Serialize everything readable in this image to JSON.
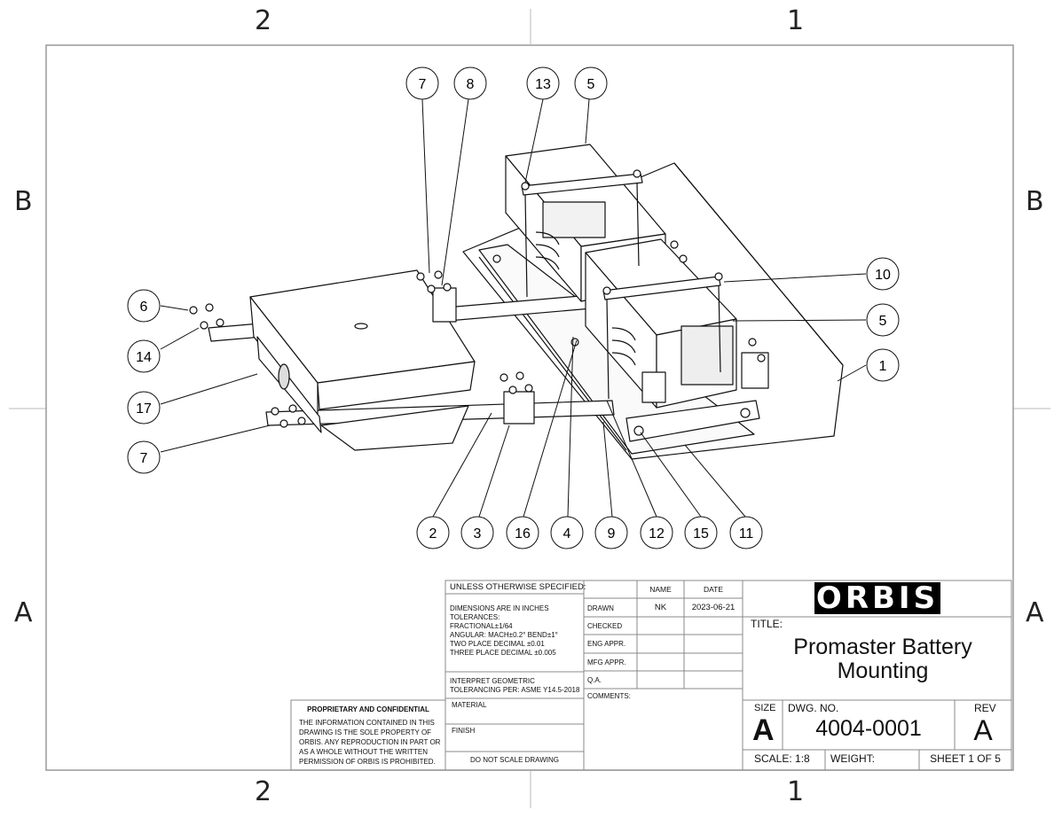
{
  "zones": {
    "top": [
      "2",
      "1"
    ],
    "bottom": [
      "2",
      "1"
    ],
    "left": [
      "B",
      "A"
    ],
    "right": [
      "B",
      "A"
    ]
  },
  "balloons": [
    "7",
    "8",
    "13",
    "5",
    "10",
    "5",
    "6",
    "14",
    "17",
    "7",
    "1",
    "2",
    "3",
    "16",
    "4",
    "9",
    "12",
    "15",
    "11"
  ],
  "title_block": {
    "unless": "UNLESS OTHERWISE SPECIFIED:",
    "tolerances": "DIMENSIONS ARE IN INCHES\nTOLERANCES:\nFRACTIONAL±1/64\nANGULAR: MACH±0.2°  BEND±1°\nTWO PLACE DECIMAL    ±0.01\nTHREE PLACE DECIMAL  ±0.005",
    "interpret": "INTERPRET GEOMETRIC\nTOLERANCING PER: ASME Y14.5-2018",
    "material": "MATERIAL",
    "finish": "FINISH",
    "no_scale": "DO NOT SCALE DRAWING",
    "proprietary_title": "PROPRIETARY AND CONFIDENTIAL",
    "proprietary_body": "THE INFORMATION CONTAINED IN THIS\nDRAWING IS THE SOLE PROPERTY OF\nORBIS. ANY REPRODUCTION IN PART OR\nAS A WHOLE WITHOUT THE WRITTEN\nPERMISSION OF ORBIS IS PROHIBITED.",
    "col_name": "NAME",
    "col_date": "DATE",
    "drawn": "DRAWN",
    "drawn_name": "NK",
    "drawn_date": "2023-06-21",
    "checked": "CHECKED",
    "eng_appr": "ENG APPR.",
    "mfg_appr": "MFG APPR.",
    "qa": "Q.A.",
    "comments": "COMMENTS:",
    "logo": "ORBIS",
    "title_label": "TITLE:",
    "title_line1": "Promaster Battery",
    "title_line2": "Mounting",
    "size_label": "SIZE",
    "size_value": "A",
    "dwg_label": "DWG.  NO.",
    "dwg_no": "4004-0001",
    "rev_label": "REV",
    "rev_value": "A",
    "scale": "SCALE: 1:8",
    "weight": "WEIGHT:",
    "sheet": "SHEET 1 OF 5"
  }
}
